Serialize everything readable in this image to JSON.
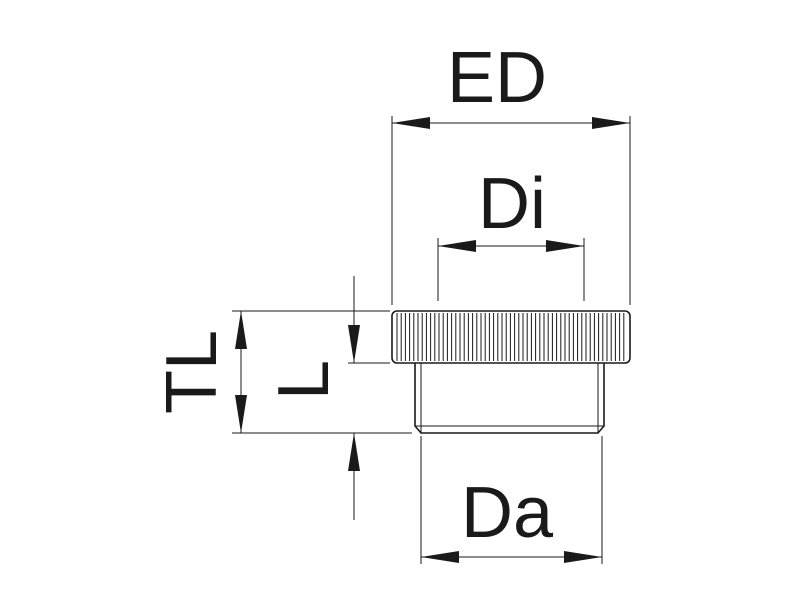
{
  "labels": {
    "ed": "ED",
    "di": "Di",
    "tl": "TL",
    "l": "L",
    "da": "Da"
  }
}
